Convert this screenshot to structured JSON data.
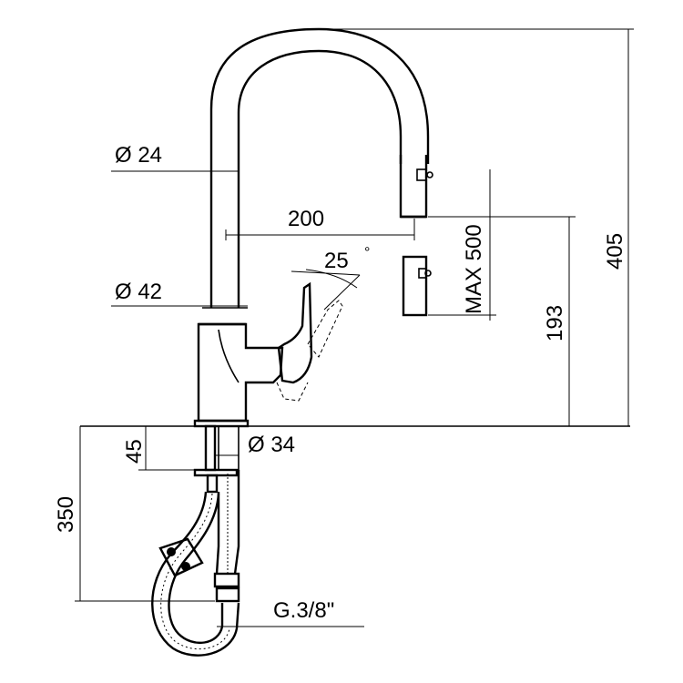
{
  "dimensions": {
    "spout_diameter": "Ø 24",
    "base_diameter": "Ø 42",
    "reach": "200",
    "lever_angle": "25",
    "degree_symbol": "°",
    "pullout": "MAX 500",
    "outlet_height": "193",
    "total_height": "405",
    "shank_length": "45",
    "hole_diameter": "Ø 34",
    "hose_length": "350",
    "connection": "G.3/8\""
  },
  "colors": {
    "line": "#000000",
    "background": "#ffffff"
  }
}
